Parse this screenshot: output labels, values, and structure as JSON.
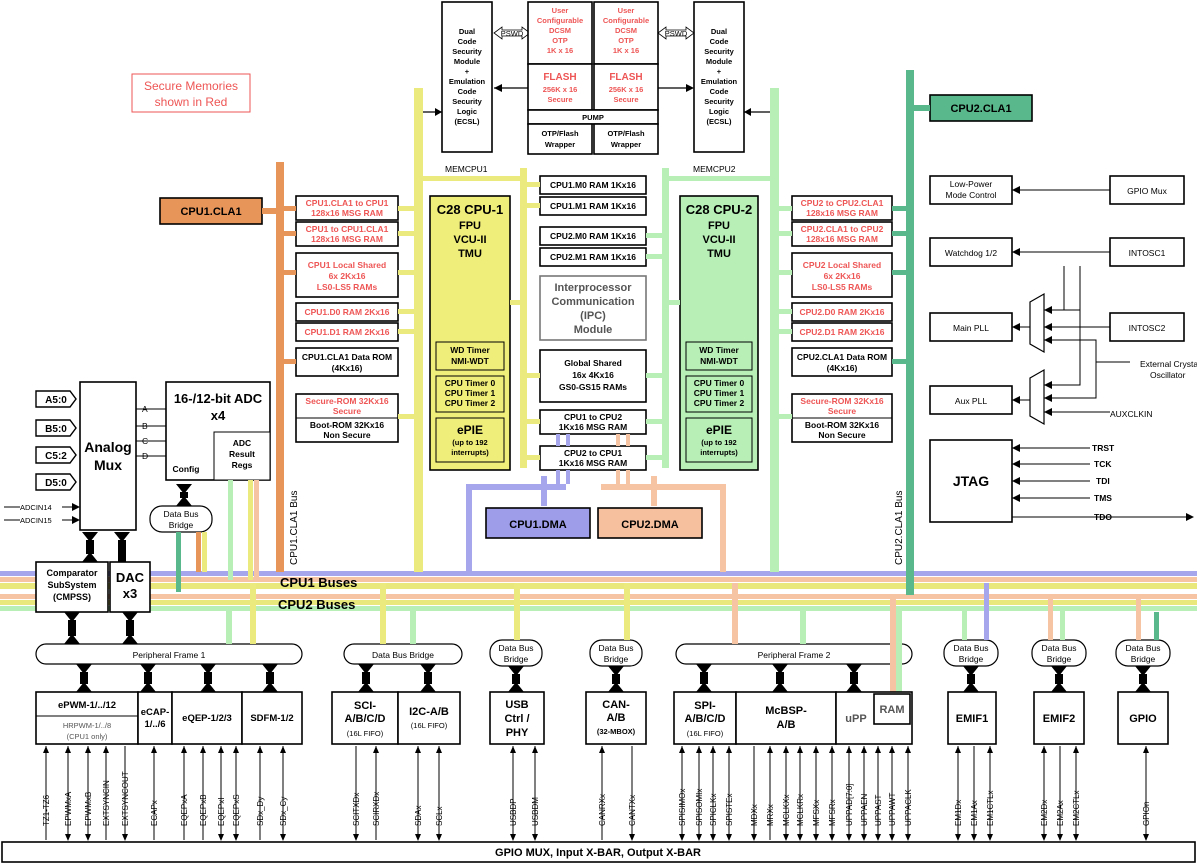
{
  "secure_note": [
    "Secure Memories",
    "shown in Red"
  ],
  "dcsm": {
    "left": [
      "Dual",
      "Code",
      "Security",
      "Module",
      "+",
      "Emulation",
      "Code",
      "Security",
      "Logic",
      "(ECSL)"
    ],
    "right": [
      "Dual",
      "Code",
      "Security",
      "Module",
      "+",
      "Emulation",
      "Code",
      "Security",
      "Logic",
      "(ECSL)"
    ],
    "pswd": "PSWD",
    "otp_left": [
      "User",
      "Configurable",
      "DCSM",
      "OTP",
      "1K x 16"
    ],
    "otp_right": [
      "User",
      "Configurable",
      "DCSM",
      "OTP",
      "1K x 16"
    ],
    "flash_title": "FLASH",
    "flash_sub": [
      "256K x 16",
      "Secure"
    ],
    "pump": "PUMP",
    "wrapper": [
      "OTP/Flash",
      "Wrapper"
    ]
  },
  "memcpu1": "MEMCPU1",
  "memcpu2": "MEMCPU2",
  "cpu1_cla": "CPU1.CLA1",
  "cpu2_cla": "CPU2.CLA1",
  "cpu1_left_mem": [
    [
      "CPU1.CLA1 to CPU1",
      "128x16 MSG RAM"
    ],
    [
      "CPU1 to CPU1.CLA1",
      "128x16 MSG RAM"
    ],
    [
      "CPU1 Local Shared",
      "6x 2Kx16",
      "LS0-LS5 RAMs"
    ],
    [
      "CPU1.D0 RAM 2Kx16"
    ],
    [
      "CPU1.D1 RAM 2Kx16"
    ]
  ],
  "cpu1_cla_rom": [
    "CPU1.CLA1 Data ROM",
    "(4Kx16)"
  ],
  "cpu1_secure_rom": [
    "Secure-ROM 32Kx16",
    "Secure"
  ],
  "cpu1_boot_rom": [
    "Boot-ROM 32Kx16",
    "Non Secure"
  ],
  "cpu2_right_mem": [
    [
      "CPU2 to CPU2.CLA1",
      "128x16 MSG RAM"
    ],
    [
      "CPU2.CLA1 to CPU2",
      "128x16 MSG RAM"
    ],
    [
      "CPU2 Local Shared",
      "6x 2Kx16",
      "LS0-LS5 RAMs"
    ],
    [
      "CPU2.D0 RAM 2Kx16"
    ],
    [
      "CPU2.D1 RAM 2Kx16"
    ]
  ],
  "cpu2_cla_rom": [
    "CPU2.CLA1 Data ROM",
    "(4Kx16)"
  ],
  "cpu2_secure_rom": [
    "Secure-ROM 32Kx16",
    "Secure"
  ],
  "cpu2_boot_rom": [
    "Boot-ROM 32Kx16",
    "Non Secure"
  ],
  "cpu1_core": {
    "title": "C28 CPU-1",
    "lines": [
      "FPU",
      "VCU-II",
      "TMU"
    ],
    "wd": [
      "WD Timer",
      "NMI-WDT"
    ],
    "timers": [
      "CPU Timer 0",
      "CPU Timer 1",
      "CPU Timer 2"
    ],
    "epie": "ePIE",
    "epie_sub": [
      "(up to 192",
      "interrupts)"
    ]
  },
  "cpu2_core": {
    "title": "C28 CPU-2",
    "lines": [
      "FPU",
      "VCU-II",
      "TMU"
    ],
    "wd": [
      "WD Timer",
      "NMI-WDT"
    ],
    "timers": [
      "CPU Timer 0",
      "CPU Timer 1",
      "CPU Timer 2"
    ],
    "epie": "ePIE",
    "epie_sub": [
      "(up to 192",
      "interrupts)"
    ]
  },
  "center_mem": [
    "CPU1.M0 RAM 1Kx16",
    "CPU1.M1 RAM 1Kx16",
    "CPU2.M0 RAM 1Kx16",
    "CPU2.M1 RAM 1Kx16"
  ],
  "ipc": [
    "Interprocessor",
    "Communication",
    "(IPC)",
    "Module"
  ],
  "global_shared": [
    "Global Shared",
    "16x 4Kx16",
    "GS0-GS15 RAMs"
  ],
  "msg_cpu1_to_cpu2": [
    "CPU1 to CPU2",
    "1Kx16 MSG RAM"
  ],
  "msg_cpu2_to_cpu1": [
    "CPU2 to CPU1",
    "1Kx16 MSG RAM"
  ],
  "cpu1_dma": "CPU1.DMA",
  "cpu2_dma": "CPU2.DMA",
  "right_blocks": {
    "lpm": [
      "Low-Power",
      "Mode Control"
    ],
    "gpio_mux": "GPIO Mux",
    "watchdog": "Watchdog 1/2",
    "intosc1": "INTOSC1",
    "main_pll": "Main PLL",
    "intosc2": "INTOSC2",
    "ext_osc": [
      "External Crystal or",
      "Oscillator"
    ],
    "aux_pll": "Aux PLL",
    "auxclkin": "AUXCLKIN",
    "jtag": "JTAG",
    "jtag_pins": [
      "TRST",
      "TCK",
      "TDI",
      "TMS",
      "TDO"
    ]
  },
  "adc": {
    "inputs": [
      "A5:0",
      "B5:0",
      "C5:2",
      "D5:0"
    ],
    "adcin": [
      "ADCIN14",
      "ADCIN15"
    ],
    "mux": [
      "Analog",
      "Mux"
    ],
    "mux_out": [
      "A",
      "B",
      "C",
      "D"
    ],
    "title": [
      "16-/12-bit ADC",
      "x4"
    ],
    "config": "Config",
    "result": [
      "ADC",
      "Result",
      "Regs"
    ]
  },
  "bus_labels": {
    "cpu1_cla1_bus": "CPU1.CLA1 Bus",
    "cpu2_cla1_bus": "CPU2.CLA1 Bus",
    "cpu1_buses": "CPU1 Buses",
    "cpu2_buses": "CPU2 Buses"
  },
  "bridges": {
    "data_bus_bridge": [
      "Data Bus",
      "Bridge"
    ],
    "peripheral_frame_1": "Peripheral Frame 1",
    "peripheral_frame_2": "Peripheral Frame 2",
    "data_bus_bridge_single": "Data Bus Bridge"
  },
  "comparator": [
    "Comparator",
    "SubSystem",
    "(CMPSS)"
  ],
  "dac": [
    "DAC",
    "x3"
  ],
  "periph": {
    "epwm": "ePWM-1/../12",
    "hrpwm": [
      "HRPWM-1/../8",
      "(CPU1 only)"
    ],
    "ecap": [
      "eCAP-",
      "1/../6"
    ],
    "eqep": "eQEP-1/2/3",
    "sdfm": "SDFM-1/2",
    "sci": [
      "SCI-",
      "A/B/C/D",
      "(16L FIFO)"
    ],
    "i2c": [
      "I2C-A/B",
      "(16L FIFO)"
    ],
    "usb": [
      "USB",
      "Ctrl /",
      "PHY"
    ],
    "can": [
      "CAN-",
      "A/B",
      "(32-MBOX)"
    ],
    "spi": [
      "SPI-",
      "A/B/C/D",
      "(16L FIFO)"
    ],
    "mcbsp": [
      "McBSP-",
      "A/B"
    ],
    "upp": "uPP",
    "ram": "RAM",
    "emif1": "EMIF1",
    "emif2": "EMIF2",
    "gpio": "GPIO"
  },
  "pins": [
    "TZ1-TZ6",
    "EPWMxA",
    "EPWMxB",
    "EXTSYNCIN",
    "EXTSYNCOUT",
    "ECAPx",
    "EQEPxA",
    "EQEPxB",
    "EQEPxI",
    "EQEPxS",
    "SDx_Dy",
    "SDx_Cy",
    "SCITXDx",
    "SCIRXDx",
    "SDAx",
    "SCLx",
    "USBDP",
    "USBDM",
    "CANRXx",
    "CANTXx",
    "SPISIMOx",
    "SPISOMIx",
    "SPICLKx",
    "SPISTEx",
    "MDXx",
    "MRXx",
    "MCLKXx",
    "MCLKRx",
    "MFSXx",
    "MFSRx",
    "UPPAD[7:0]",
    "UPPAEN",
    "UPPAST",
    "UPPAWT",
    "UPPACLK",
    "EM1Dx",
    "EM1Ax",
    "EM1CTLx",
    "EM2Dx",
    "EM2Ax",
    "EM2CTLx",
    "GPIOn"
  ],
  "gpio_bar": "GPIO MUX, Input X-BAR, Output X-BAR",
  "colors": {
    "cla1_orange": "#e8955a",
    "cla2_green": "#59b98c",
    "cpu1_yellow": "#f0ee7a",
    "cpu1_yellow_bar": "#eaea7e",
    "cpu2_green_light": "#b7efb7",
    "dma1_purple": "#9d9dea",
    "dma2_peach": "#f6c09f",
    "secure_red": "#ee5555"
  }
}
